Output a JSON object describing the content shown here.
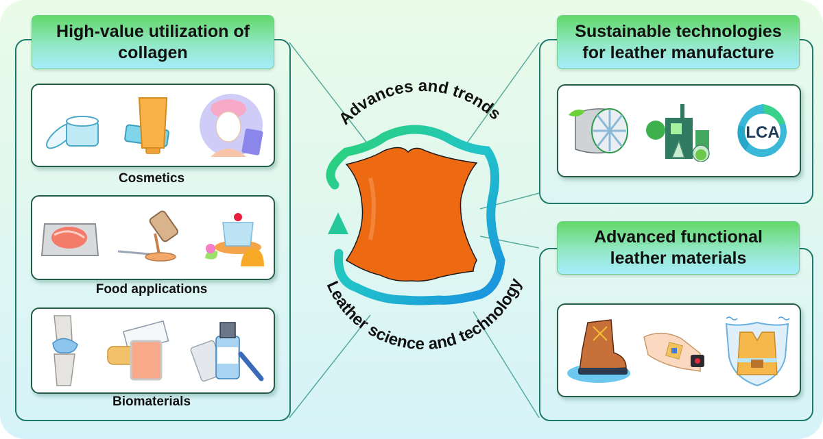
{
  "center": {
    "label": "leather-hide",
    "arc_top": "Advances and trends",
    "arc_bottom": "Leather science and technology",
    "hide_color": "#ee6a12",
    "ring_colors": [
      "#2dd36f",
      "#21c4c9",
      "#1a8fe0"
    ]
  },
  "panels": {
    "collagen": {
      "title": "High-value utilization of collagen",
      "sections": [
        {
          "caption": "Cosmetics",
          "icons": [
            "cream-jar-icon",
            "lotion-tube-icon",
            "face-mask-woman-icon"
          ]
        },
        {
          "caption": "Food applications",
          "icons": [
            "packaged-salmon-icon",
            "sauce-bottle-spoon-icon",
            "jelly-dessert-icon"
          ]
        },
        {
          "caption": "Biomaterials",
          "icons": [
            "knee-joint-icon",
            "wound-dressing-icon",
            "vial-syringe-icon"
          ]
        }
      ]
    },
    "sustainable": {
      "title": "Sustainable technologies for leather manufacture",
      "icons": [
        "tanning-drum-icon",
        "green-factory-lab-icon",
        "lca-recycle-icon"
      ],
      "lca_text": "LCA"
    },
    "functional": {
      "title": "Advanced functional leather materials",
      "icons": [
        "waterproof-boot-icon",
        "wearable-sensor-hand-icon",
        "protective-vest-shield-icon"
      ]
    }
  },
  "colors": {
    "frame": "#1b7a6a",
    "title_top": "#63d86a",
    "title_bottom": "#a6ecfb"
  }
}
